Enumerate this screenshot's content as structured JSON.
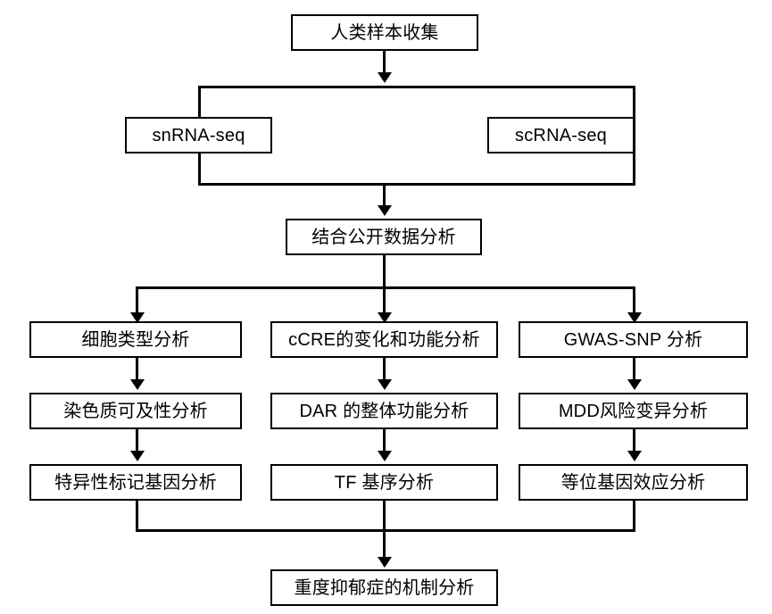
{
  "diagram": {
    "title_node": "人类样本收集",
    "nodes": [
      {
        "id": "human-sample-collection",
        "label": "人类样本收集"
      },
      {
        "id": "snrna-seq",
        "label": "snRNA-seq"
      },
      {
        "id": "scrna-seq",
        "label": "scRNA-seq"
      },
      {
        "id": "public-data-analysis",
        "label": "结合公开数据分析"
      },
      {
        "id": "cell-type-analysis",
        "label": "细胞类型分析"
      },
      {
        "id": "ccre-change-function-analysis",
        "label": "cCRE的变化和功能分析"
      },
      {
        "id": "gwas-snp-analysis",
        "label": "GWAS-SNP 分析"
      },
      {
        "id": "chromatin-accessibility-analysis",
        "label": "染色质可及性分析"
      },
      {
        "id": "dar-overall-function-analysis",
        "label": "DAR 的整体功能分析"
      },
      {
        "id": "mdd-risk-variant-analysis",
        "label": "MDD风险变异分析"
      },
      {
        "id": "specific-marker-gene-analysis",
        "label": "特异性标记基因分析"
      },
      {
        "id": "tf-motif-analysis",
        "label": "TF 基序分析"
      },
      {
        "id": "allelic-effect-analysis",
        "label": "等位基因效应分析"
      },
      {
        "id": "mdd-mechanism-analysis",
        "label": "重度抑郁症的机制分析"
      }
    ],
    "colors": {
      "stroke": "#000000",
      "fill": "#ffffff",
      "text": "#000000"
    }
  }
}
